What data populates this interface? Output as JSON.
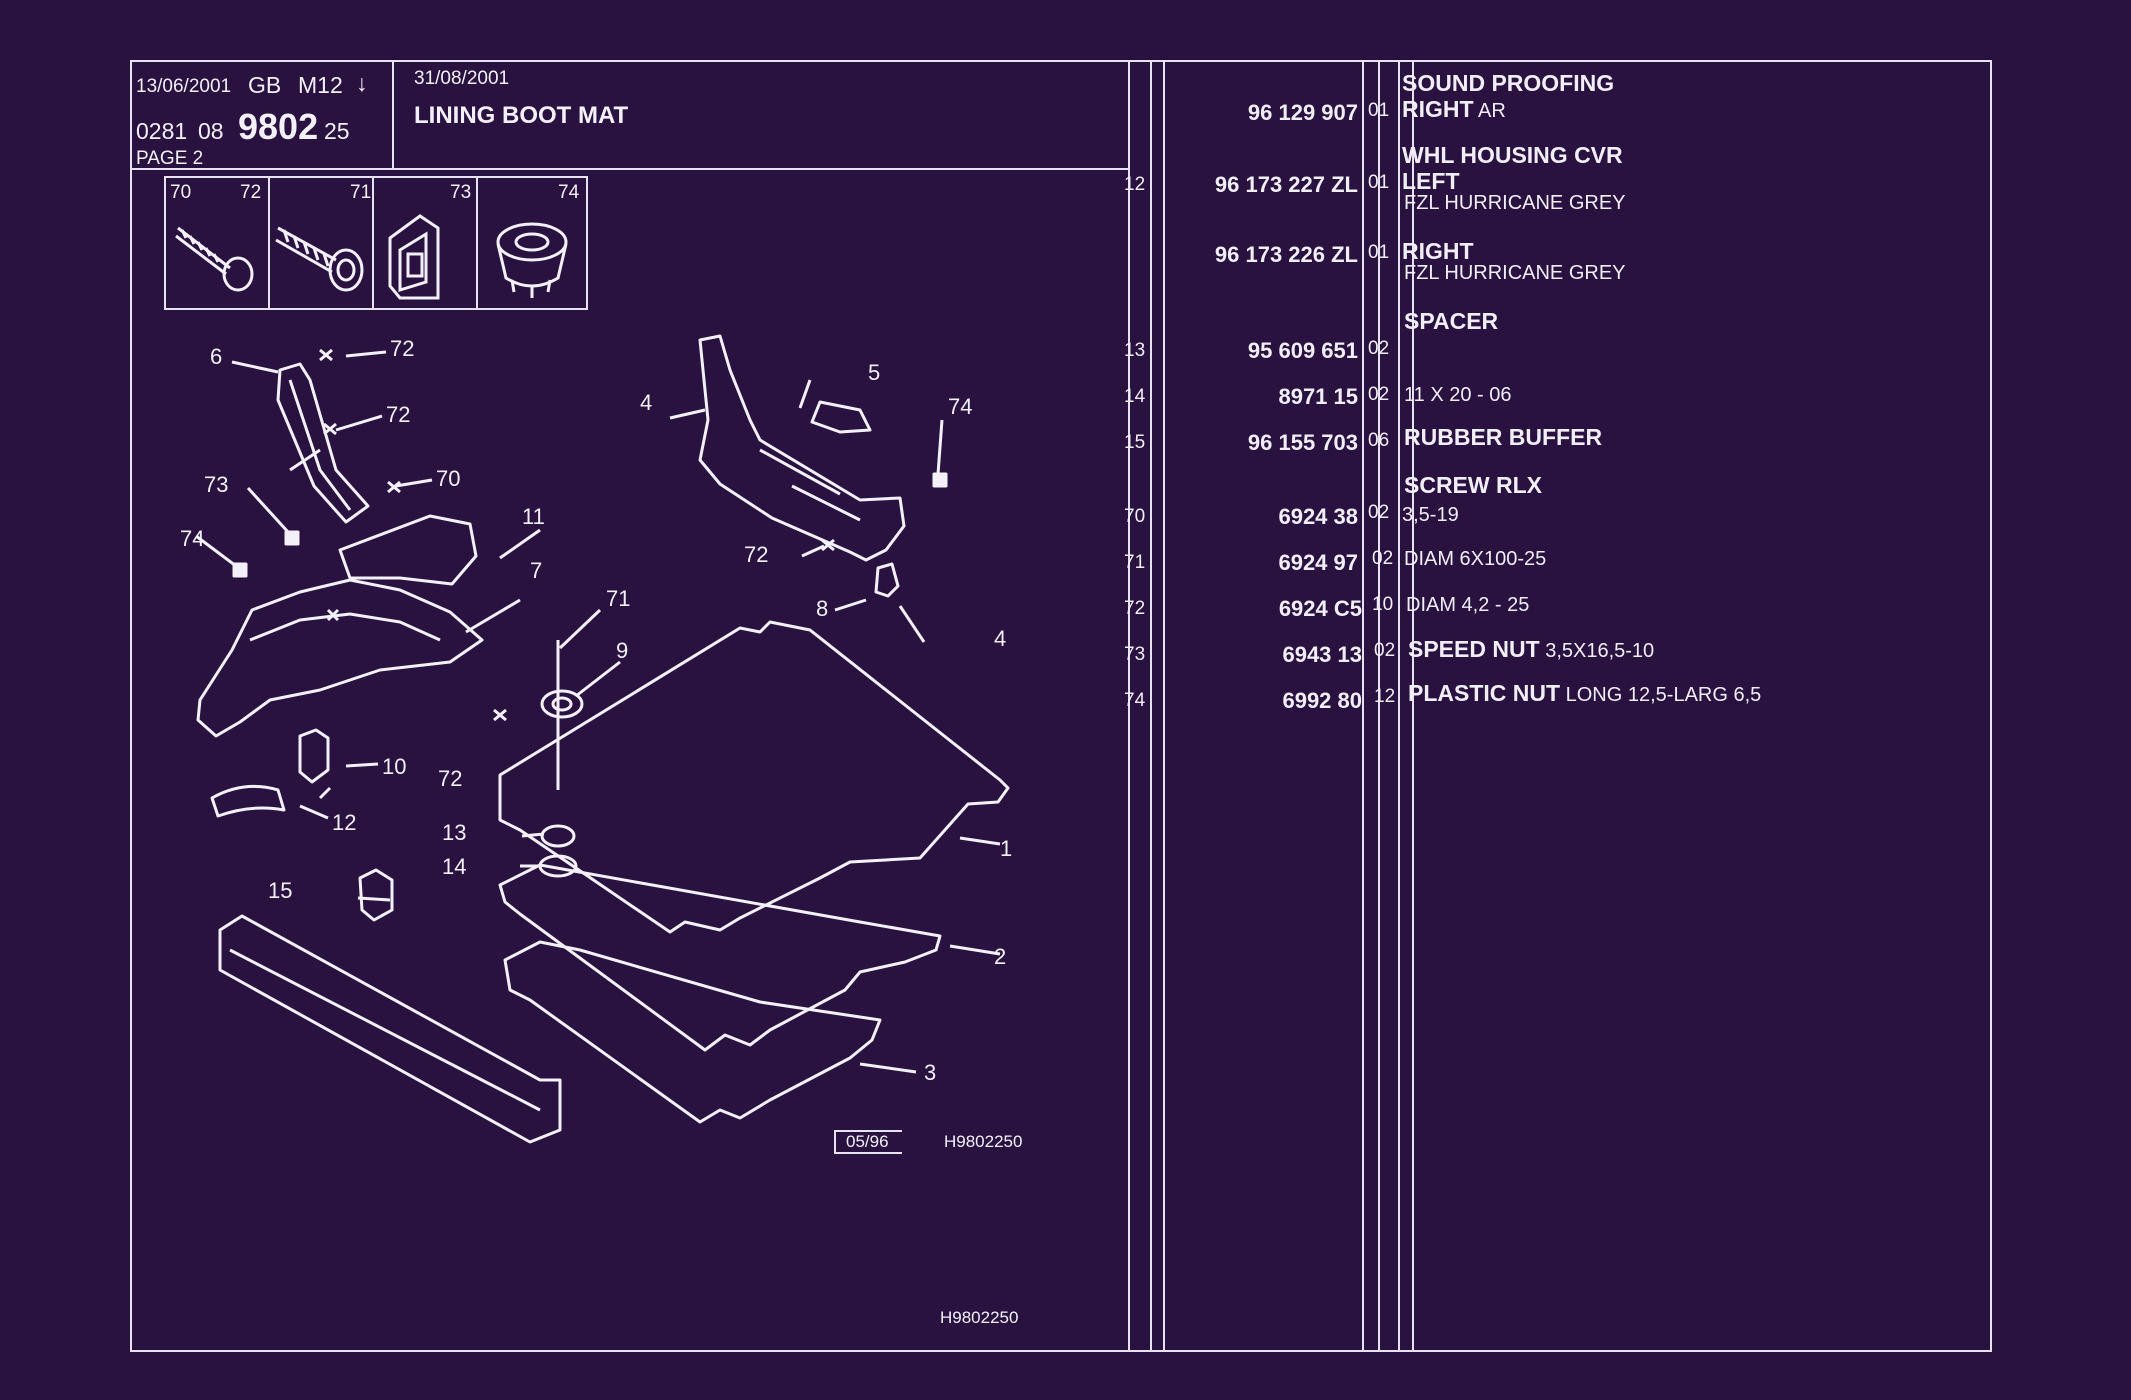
{
  "header": {
    "date1": "13/06/2001",
    "region": "GB",
    "model": "M12",
    "arrow": "↓",
    "code_a": "0281",
    "code_b": "08",
    "catalogue": "9802",
    "code_c": "25",
    "page": "PAGE 2",
    "date2": "31/08/2001",
    "title": "LINING BOOT MAT"
  },
  "fastener_icons": [
    {
      "labels": [
        "70",
        "72"
      ],
      "icon": "screw-icon"
    },
    {
      "labels": [
        "71"
      ],
      "icon": "screw-large-icon"
    },
    {
      "labels": [
        "73"
      ],
      "icon": "speed-nut-icon"
    },
    {
      "labels": [
        "74"
      ],
      "icon": "plastic-nut-icon"
    }
  ],
  "diagram": {
    "callouts": [
      "6",
      "72",
      "72",
      "70",
      "73",
      "74",
      "11",
      "7",
      "4",
      "5",
      "74",
      "72",
      "8",
      "4",
      "71",
      "9",
      "10",
      "72",
      "12",
      "13",
      "14",
      "15",
      "1",
      "2",
      "3"
    ],
    "stamp_date": "05/96",
    "drawing_ref": "H9802250",
    "footer_ref": "H9802250"
  },
  "parts": [
    {
      "idx": "",
      "ref": "96 129 907",
      "qty": "01",
      "name": "SOUND PROOFING",
      "detail": "RIGHT AR",
      "detail_bold": "RIGHT",
      "detail_rest": " AR",
      "extra": ""
    },
    {
      "idx": "12",
      "ref": "96 173 227 ZL",
      "qty": "01",
      "name": "WHL HOUSING CVR",
      "detail_bold": "LEFT",
      "detail_rest": "",
      "extra": "FZL HURRICANE GREY"
    },
    {
      "idx": "",
      "ref": "96 173 226 ZL",
      "qty": "01",
      "name": "",
      "detail_bold": "RIGHT",
      "detail_rest": "",
      "extra": "FZL HURRICANE GREY"
    },
    {
      "idx": "13",
      "ref": "95 609 651",
      "qty": "02",
      "name": "SPACER",
      "detail_bold": "",
      "detail_rest": "",
      "extra": ""
    },
    {
      "idx": "14",
      "ref": "8971 15",
      "qty": "02",
      "name": "",
      "detail_bold": "",
      "detail_rest": "11 X 20 - 06",
      "extra": ""
    },
    {
      "idx": "15",
      "ref": "96 155 703",
      "qty": "06",
      "name": "",
      "detail_bold": "RUBBER BUFFER",
      "detail_rest": "",
      "extra": ""
    },
    {
      "idx": "70",
      "ref": "6924 38",
      "qty": "02",
      "name": "SCREW RLX",
      "detail_bold": "",
      "detail_rest": "3,5-19",
      "extra": ""
    },
    {
      "idx": "71",
      "ref": "6924 97",
      "qty": "02",
      "name": "",
      "detail_bold": "",
      "detail_rest": "DIAM 6X100-25",
      "extra": ""
    },
    {
      "idx": "72",
      "ref": "6924 C5",
      "qty": "10",
      "name": "",
      "detail_bold": "",
      "detail_rest": "DIAM 4,2 - 25",
      "extra": ""
    },
    {
      "idx": "73",
      "ref": "6943 13",
      "qty": "02",
      "name": "",
      "detail_bold": "SPEED NUT",
      "detail_rest": " 3,5X16,5-10",
      "extra": ""
    },
    {
      "idx": "74",
      "ref": "6992 80",
      "qty": "12",
      "name": "",
      "detail_bold": "PLASTIC NUT",
      "detail_rest": " LONG 12,5-LARG 6,5",
      "extra": ""
    }
  ],
  "colors": {
    "background": "#2a1240",
    "ink": "#f4f0fa"
  }
}
